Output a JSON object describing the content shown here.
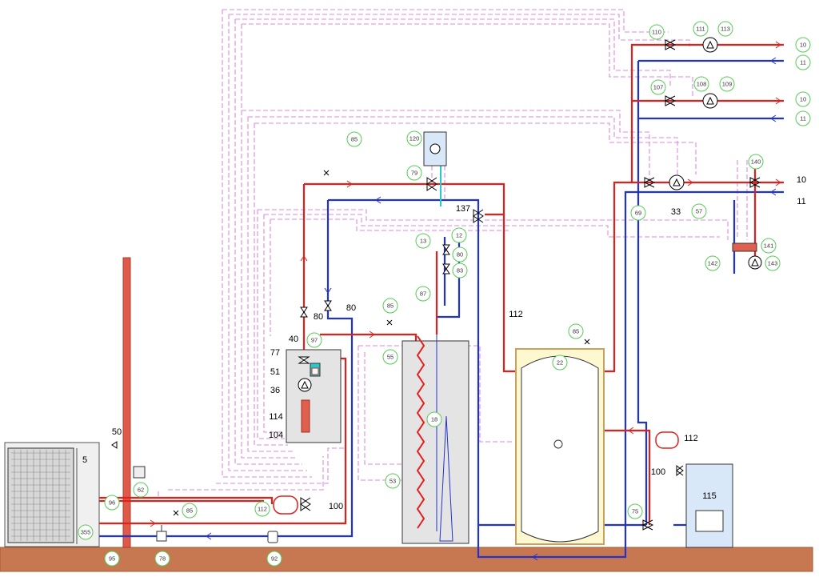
{
  "diagram": {
    "labels": [
      {
        "id": "5",
        "text": "5",
        "style": "plain"
      },
      {
        "id": "50",
        "text": "50",
        "style": "plain"
      },
      {
        "id": "62",
        "text": "62",
        "style": "circle"
      },
      {
        "id": "96",
        "text": "96",
        "style": "circle"
      },
      {
        "id": "355",
        "text": "355",
        "style": "circle"
      },
      {
        "id": "95",
        "text": "95",
        "style": "circle"
      },
      {
        "id": "78",
        "text": "78",
        "style": "circle"
      },
      {
        "id": "85a",
        "text": "85",
        "style": "circle"
      },
      {
        "id": "92",
        "text": "92",
        "style": "circle"
      },
      {
        "id": "112a",
        "text": "112",
        "style": "circle"
      },
      {
        "id": "100a",
        "text": "100",
        "style": "plain"
      },
      {
        "id": "40",
        "text": "40",
        "style": "plain"
      },
      {
        "id": "97",
        "text": "97",
        "style": "circle"
      },
      {
        "id": "77",
        "text": "77",
        "style": "plain"
      },
      {
        "id": "51",
        "text": "51",
        "style": "plain"
      },
      {
        "id": "36",
        "text": "36",
        "style": "plain"
      },
      {
        "id": "114",
        "text": "114",
        "style": "plain"
      },
      {
        "id": "104",
        "text": "104",
        "style": "plain"
      },
      {
        "id": "80a",
        "text": "80",
        "style": "plain"
      },
      {
        "id": "80b",
        "text": "80",
        "style": "plain"
      },
      {
        "id": "85b",
        "text": "85",
        "style": "circle"
      },
      {
        "id": "85c",
        "text": "85",
        "style": "circle"
      },
      {
        "id": "55",
        "text": "55",
        "style": "circle"
      },
      {
        "id": "53",
        "text": "53",
        "style": "circle"
      },
      {
        "id": "18",
        "text": "18",
        "style": "circle"
      },
      {
        "id": "87",
        "text": "87",
        "style": "circle"
      },
      {
        "id": "13",
        "text": "13",
        "style": "circle"
      },
      {
        "id": "12",
        "text": "12",
        "style": "circle"
      },
      {
        "id": "80c",
        "text": "80",
        "style": "circle"
      },
      {
        "id": "83",
        "text": "83",
        "style": "circle"
      },
      {
        "id": "120",
        "text": "120",
        "style": "circle"
      },
      {
        "id": "79",
        "text": "79",
        "style": "circle"
      },
      {
        "id": "137",
        "text": "137",
        "style": "plain"
      },
      {
        "id": "112b",
        "text": "112",
        "style": "plain"
      },
      {
        "id": "85d",
        "text": "85",
        "style": "circle"
      },
      {
        "id": "22",
        "text": "22",
        "style": "circle"
      },
      {
        "id": "112c",
        "text": "112",
        "style": "plain"
      },
      {
        "id": "100b",
        "text": "100",
        "style": "plain"
      },
      {
        "id": "75",
        "text": "75",
        "style": "circle"
      },
      {
        "id": "115",
        "text": "115",
        "style": "plain"
      },
      {
        "id": "69",
        "text": "69",
        "style": "circle"
      },
      {
        "id": "33",
        "text": "33",
        "style": "plain"
      },
      {
        "id": "57",
        "text": "57",
        "style": "circle"
      },
      {
        "id": "140",
        "text": "140",
        "style": "circle"
      },
      {
        "id": "141",
        "text": "141",
        "style": "circle"
      },
      {
        "id": "142",
        "text": "142",
        "style": "circle"
      },
      {
        "id": "143",
        "text": "143",
        "style": "circle"
      },
      {
        "id": "110",
        "text": "110",
        "style": "circle"
      },
      {
        "id": "111",
        "text": "111",
        "style": "circle"
      },
      {
        "id": "113",
        "text": "113",
        "style": "circle"
      },
      {
        "id": "107",
        "text": "107",
        "style": "circle"
      },
      {
        "id": "108",
        "text": "108",
        "style": "circle"
      },
      {
        "id": "109",
        "text": "109",
        "style": "circle"
      },
      {
        "id": "10a",
        "text": "10",
        "style": "circle"
      },
      {
        "id": "11a",
        "text": "11",
        "style": "circle"
      },
      {
        "id": "10b",
        "text": "10",
        "style": "circle"
      },
      {
        "id": "11b",
        "text": "11",
        "style": "circle"
      },
      {
        "id": "10c",
        "text": "10",
        "style": "plain"
      },
      {
        "id": "11c",
        "text": "11",
        "style": "plain"
      }
    ],
    "colors": {
      "supply_line": "#e0201c",
      "return_line": "#2233cc",
      "control_wiring": "#e08ae0",
      "fresh_water": "#22cccc",
      "floor": "#c87850",
      "chimney": "#e05a4a",
      "buffer_tank_fill": "#fdf8d0",
      "buffer_tank_border": "#c8a060",
      "dhw_tank_fill": "#e4e4e4",
      "label_ring": "#55cc55",
      "boiler_fill": "#d8e8f8"
    }
  }
}
